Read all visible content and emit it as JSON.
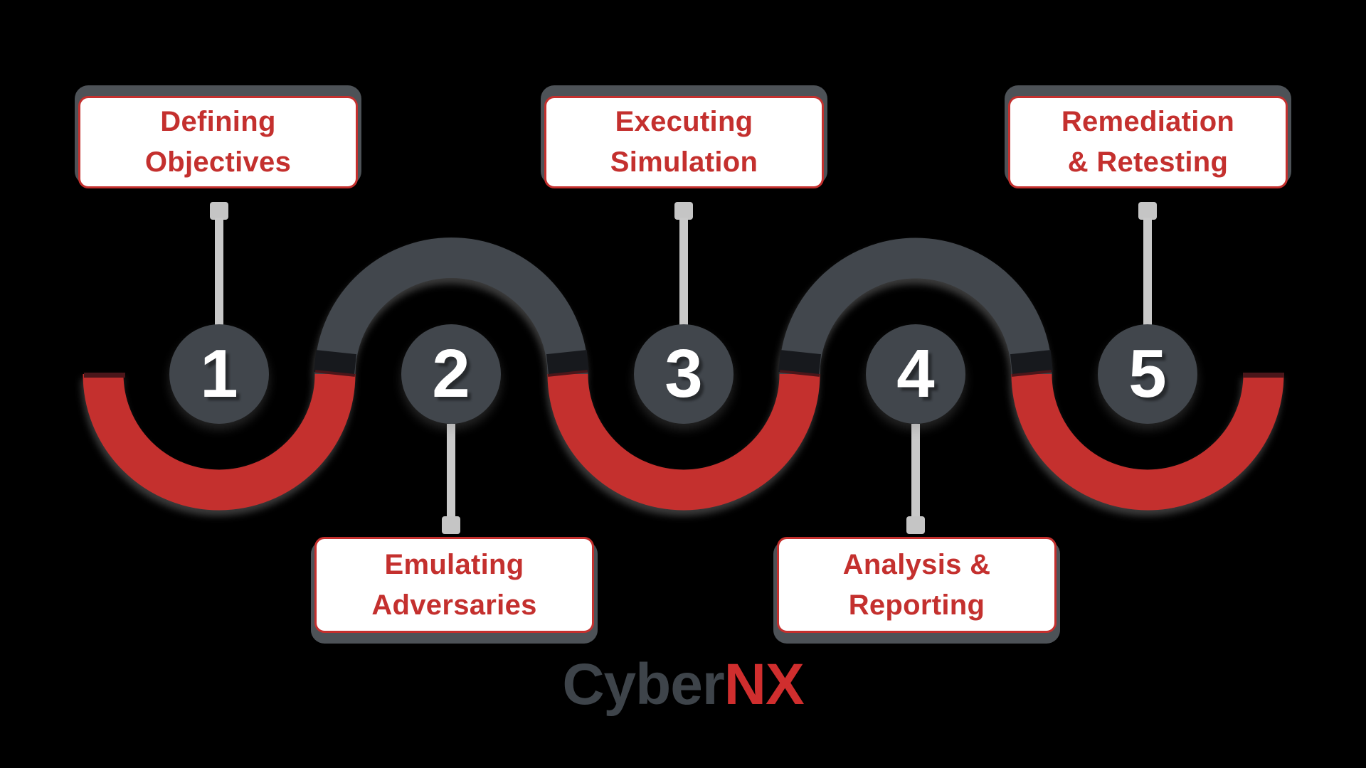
{
  "steps": [
    {
      "number": "1",
      "line1": "Defining",
      "line2": "Objectives",
      "label_position": "top"
    },
    {
      "number": "2",
      "line1": "Emulating",
      "line2": "Adversaries",
      "label_position": "bottom"
    },
    {
      "number": "3",
      "line1": "Executing",
      "line2": "Simulation",
      "label_position": "top"
    },
    {
      "number": "4",
      "line1": "Analysis &",
      "line2": "Reporting",
      "label_position": "bottom"
    },
    {
      "number": "5",
      "line1": "Remediation",
      "line2": "& Retesting",
      "label_position": "top"
    }
  ],
  "logo": {
    "gray": "Cyber",
    "red": "NX"
  },
  "colors": {
    "bg": "#000000",
    "red_arc": "#c4302e",
    "dark_arc": "#42474d",
    "junction_black": "#17191d",
    "maroon_cap": "#4b161a",
    "circle_fill": "#41464c",
    "number_white": "#ffffff",
    "connector_gray": "#c9c9c9",
    "cap_gray": "#c5c5c5",
    "box_bg": "#ffffff",
    "box_border": "#c4302e",
    "box_text": "#c4302e",
    "box_shadow": "#4d5257",
    "logo_gray": "#3e444a",
    "logo_red": "#d02e2e"
  }
}
